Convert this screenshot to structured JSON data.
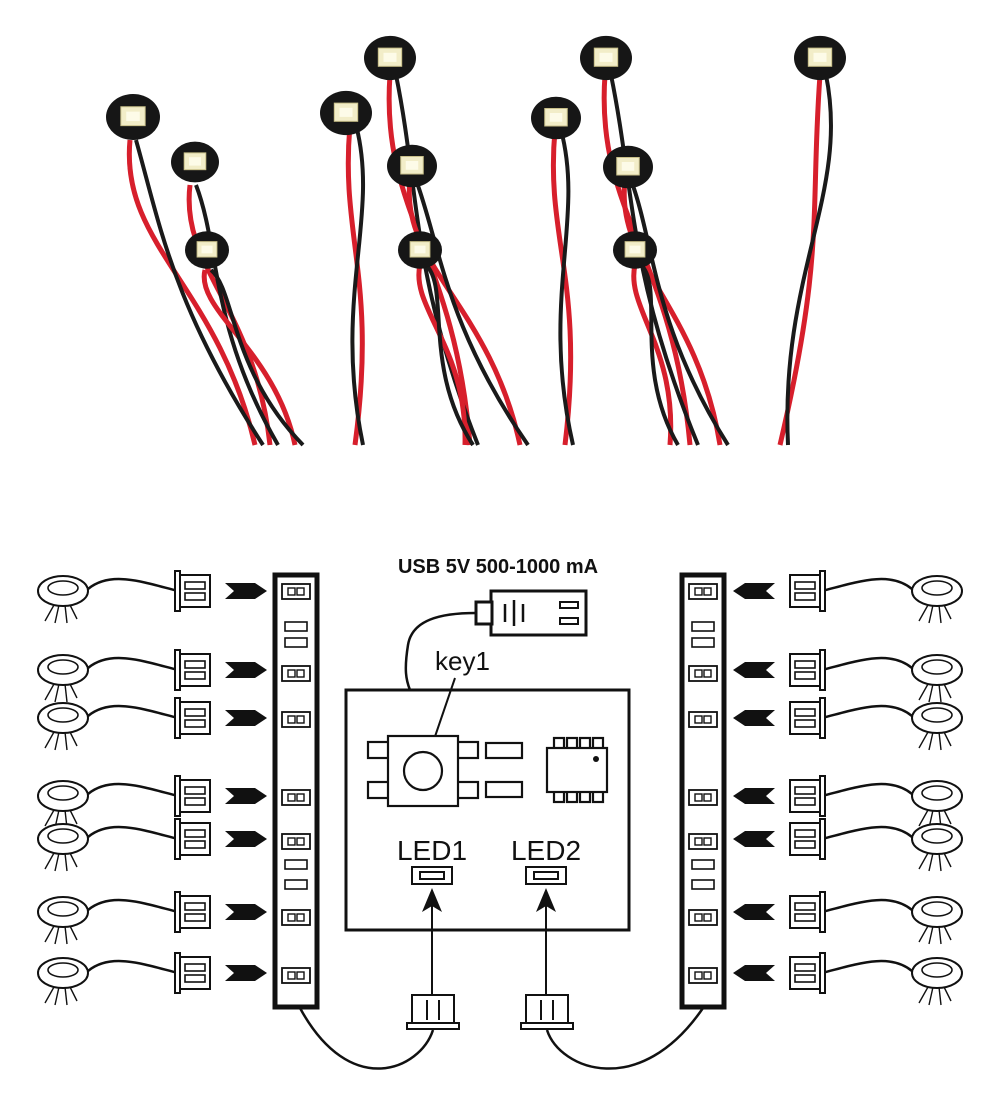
{
  "diagram": {
    "power_label": "USB 5V 500-1000 mA",
    "button_label": "key1",
    "outputs": [
      "LED1",
      "LED2"
    ]
  }
}
